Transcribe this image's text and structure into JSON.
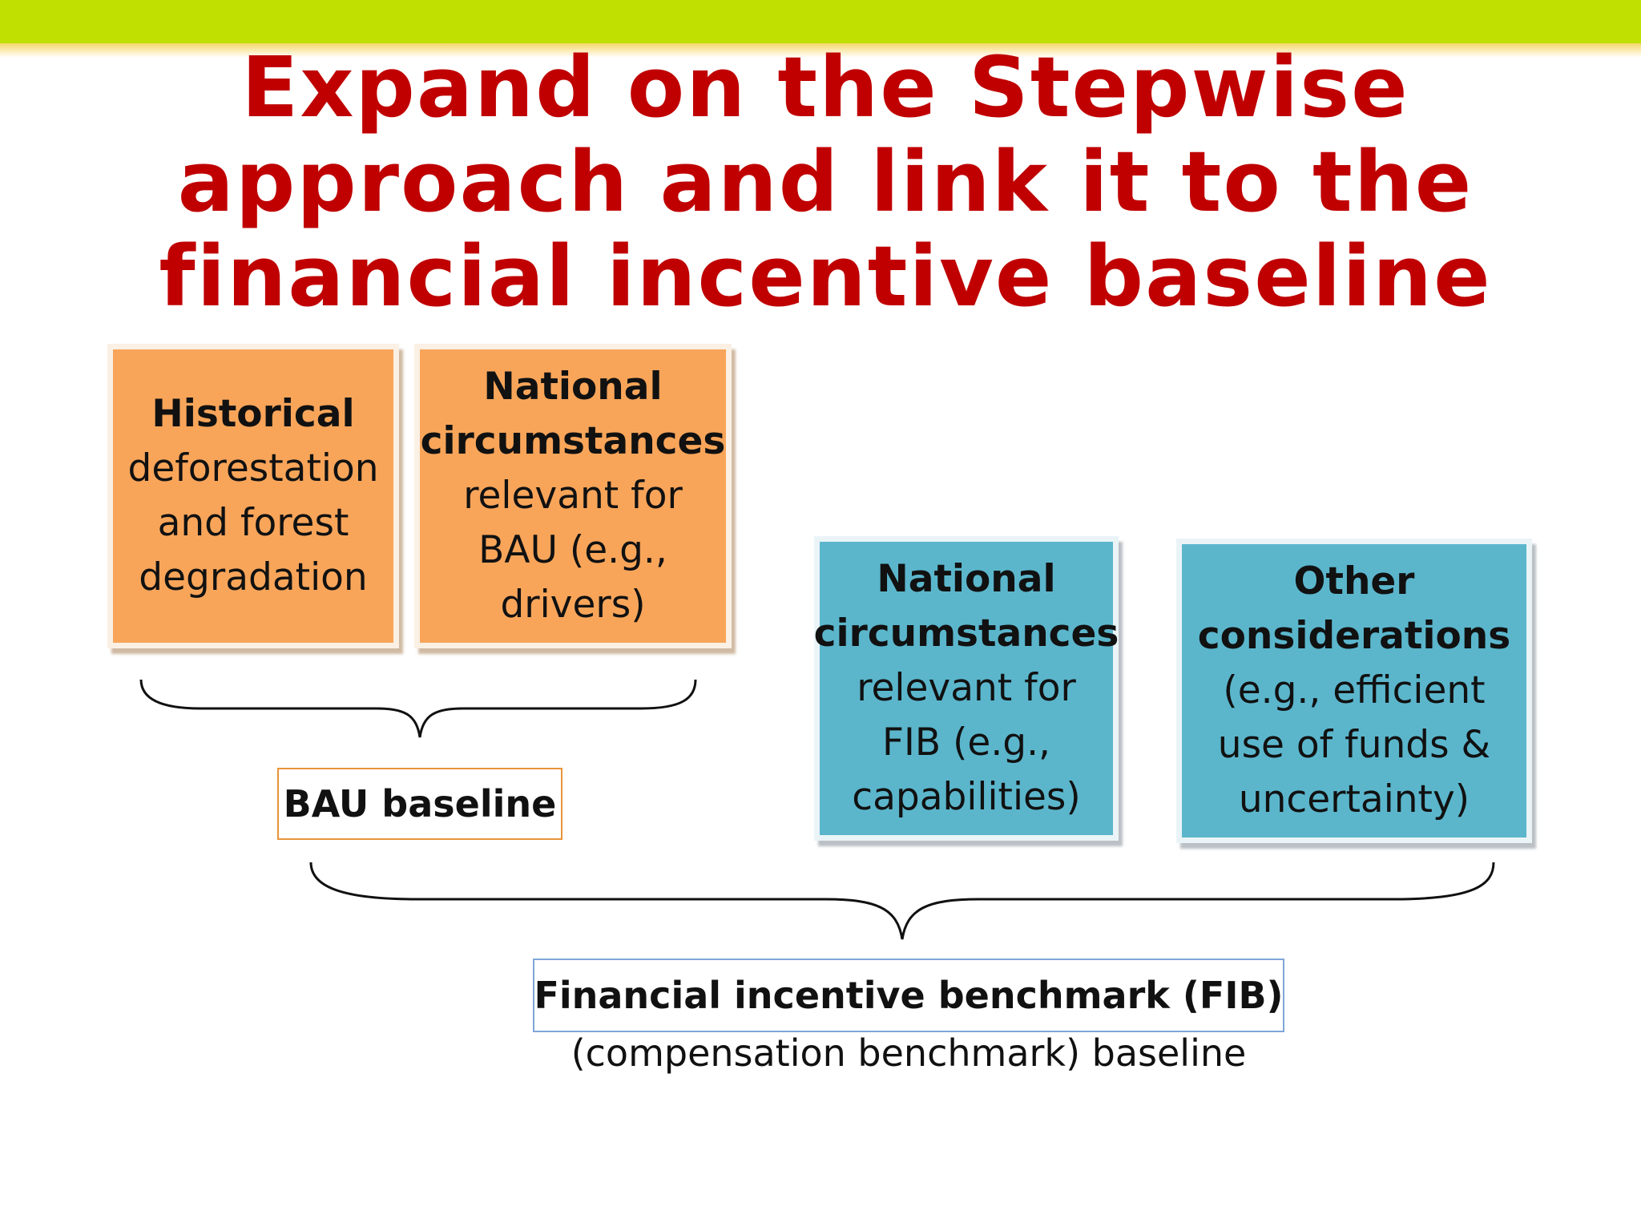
{
  "title": {
    "line1": "Expand on the Stepwise",
    "line2": "approach and link it to the",
    "line3": "financial incentive baseline"
  },
  "colors": {
    "title": "#c00000",
    "top_bar": "#bfe000",
    "orange_box": "#f8a55a",
    "blue_box": "#5bb6cc",
    "bau_border": "#e8943a",
    "fib_border": "#7fa6d8"
  },
  "boxes": {
    "historical": {
      "bold": "Historical",
      "lines": [
        "deforestation",
        "and forest",
        "degradation"
      ]
    },
    "national_bau": {
      "bold_lines": [
        "National",
        "circumstances"
      ],
      "lines": [
        "relevant for",
        "BAU (e.g.,",
        "drivers)"
      ]
    },
    "national_fib": {
      "bold_lines": [
        "National",
        "circumstances"
      ],
      "lines": [
        "relevant for",
        "FIB (e.g.,",
        "capabilities)"
      ]
    },
    "other": {
      "bold_lines": [
        "Other",
        "considerations"
      ],
      "lines": [
        "(e.g., efficient",
        "use of funds &",
        "uncertainty)"
      ]
    }
  },
  "bau_label": "BAU baseline",
  "fib": {
    "line1": "Financial incentive benchmark (FIB)",
    "line2": "(compensation benchmark) baseline"
  }
}
